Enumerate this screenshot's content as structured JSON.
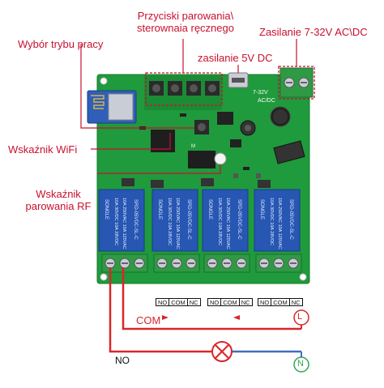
{
  "labels": {
    "pairing_buttons": [
      "Przyciski parowania\\",
      "sterownaia ręcznego"
    ],
    "power_supply": "Zasilanie 7-32V AC\\DC",
    "mode_select": "Wybór trybu pracy",
    "usb_power": "zasilanie 5V DC",
    "wifi_indicator": "Wskaźnik WiFi",
    "rf_pairing_indicator": [
      "Wskaźnik",
      "parowania RF"
    ]
  },
  "wiring": {
    "com": "COM",
    "no": "NO",
    "live": "L",
    "neutral": "N"
  },
  "terminals": [
    "NO",
    "COM",
    "NC"
  ],
  "board": {
    "voltage_mark": "7-32V",
    "acdc_mark": "AC/DC",
    "chip_mark": "M"
  },
  "relays": {
    "model": "SRD-05VDC-SL-C",
    "ratings": [
      "10A 250VAC  10A 125VAC",
      "10A 30VDC  10A 28VDC"
    ],
    "brand": "SONGLE"
  },
  "colors": {
    "callout": "#c8102e",
    "pcb": "#1f9a3c",
    "relay": "#2756b3",
    "terminal": "#2f9a44",
    "wire_red": "#d9262b",
    "wire_blue": "#3f6fc0",
    "live_circle": "#d9262b",
    "neutral_circle": "#2fa84f"
  }
}
